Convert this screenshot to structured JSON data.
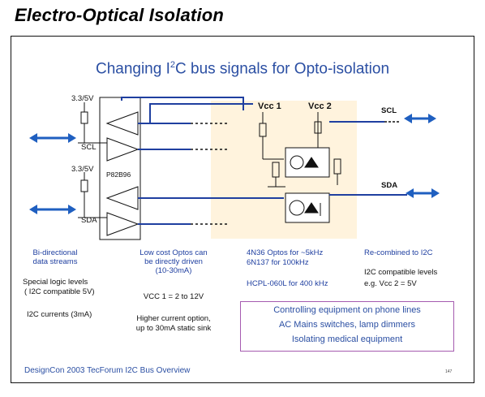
{
  "page_title": "Electro-Optical Isolation",
  "slide_title": {
    "pre": "Changing I",
    "sup": "2",
    "post": "C bus signals for Opto-isolation"
  },
  "circuit": {
    "supply_left_top": "3.3/5V",
    "supply_left_bottom": "3.3/5V",
    "chip": "P82B96",
    "scl_left": "SCL",
    "sda_left": "SDA",
    "vcc1": "Vcc 1",
    "vcc2": "Vcc 2",
    "scl_right": "SCL",
    "sda_right": "SDA"
  },
  "columns": {
    "col1": {
      "heading": [
        "Bi-directional",
        "data streams"
      ],
      "line1": "Special logic levels",
      "line2": "( I2C compatible 5V)",
      "line3": "I2C currents (3mA)"
    },
    "col2": {
      "heading": [
        "Low cost Optos can",
        "be directly driven",
        "(10-30mA)"
      ],
      "vcc_line": "VCC 1 = 2 to 12V",
      "line_a": "Higher current option,",
      "line_b": "up to 30mA static sink"
    },
    "col3": {
      "line1": "4N36 Optos for ~5kHz",
      "line2": "6N137 for 100kHz",
      "line3": "HCPL-060L for 400 kHz"
    },
    "col4": {
      "heading": "Re-combined to I2C",
      "line1": "I2C compatible levels",
      "line2": "e.g. Vcc 2 = 5V"
    }
  },
  "applications": [
    "Controlling equipment on phone lines",
    "AC Mains switches, lamp dimmers",
    "Isolating medical equipment"
  ],
  "footer": "DesignCon 2003  TecForum  I2C Bus Overview",
  "page_number": "147",
  "colors": {
    "accent_blue": "#2b4fa3",
    "arrow_blue": "#1f5fc0",
    "box_border": "#a55bb0",
    "highlight": "#fff3dd"
  }
}
